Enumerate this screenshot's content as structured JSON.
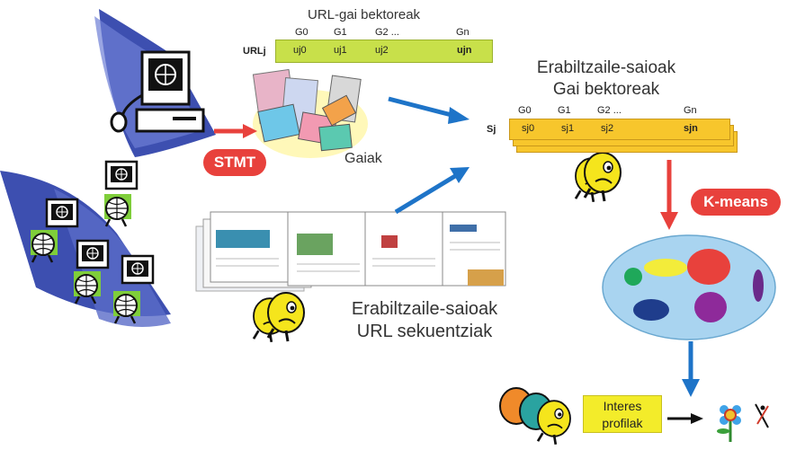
{
  "url_vectors": {
    "title": "URL-gai bektoreak",
    "headers": [
      "G0",
      "G1",
      "G2 ...",
      "Gn"
    ],
    "row_label": "URLj",
    "cells": [
      "uj0",
      "uj1",
      "uj2",
      "ujn"
    ],
    "bar_color": "#c8e04a"
  },
  "session_vectors": {
    "title_line1": "Erabiltzaile-saioak",
    "title_line2": "Gai bektoreak",
    "headers": [
      "G0",
      "G1",
      "G2 ...",
      "Gn"
    ],
    "row_label": "Sj",
    "cells": [
      "sj0",
      "sj1",
      "sj2",
      "sjn"
    ],
    "bar_color": "#f7c62c"
  },
  "topics_label": "Gaiak",
  "stmt_label": "STMT",
  "kmeans_label": "K-means",
  "url_sequences": {
    "line1": "Erabiltzaile-saioak",
    "line2": "URL sekuentziak"
  },
  "profiles_label": {
    "line1": "Interes",
    "line2": "profilak"
  },
  "colors": {
    "red_badge": "#e8413c",
    "blue_arrow": "#1e74c8",
    "red_arrow": "#e8413c",
    "cluster_bg": "#a9d4f0",
    "face_yellow": "#f5e51c",
    "label_box": "#f3ec2a"
  },
  "clusters": [
    "green",
    "yellow",
    "red",
    "navy",
    "purple",
    "violet"
  ]
}
